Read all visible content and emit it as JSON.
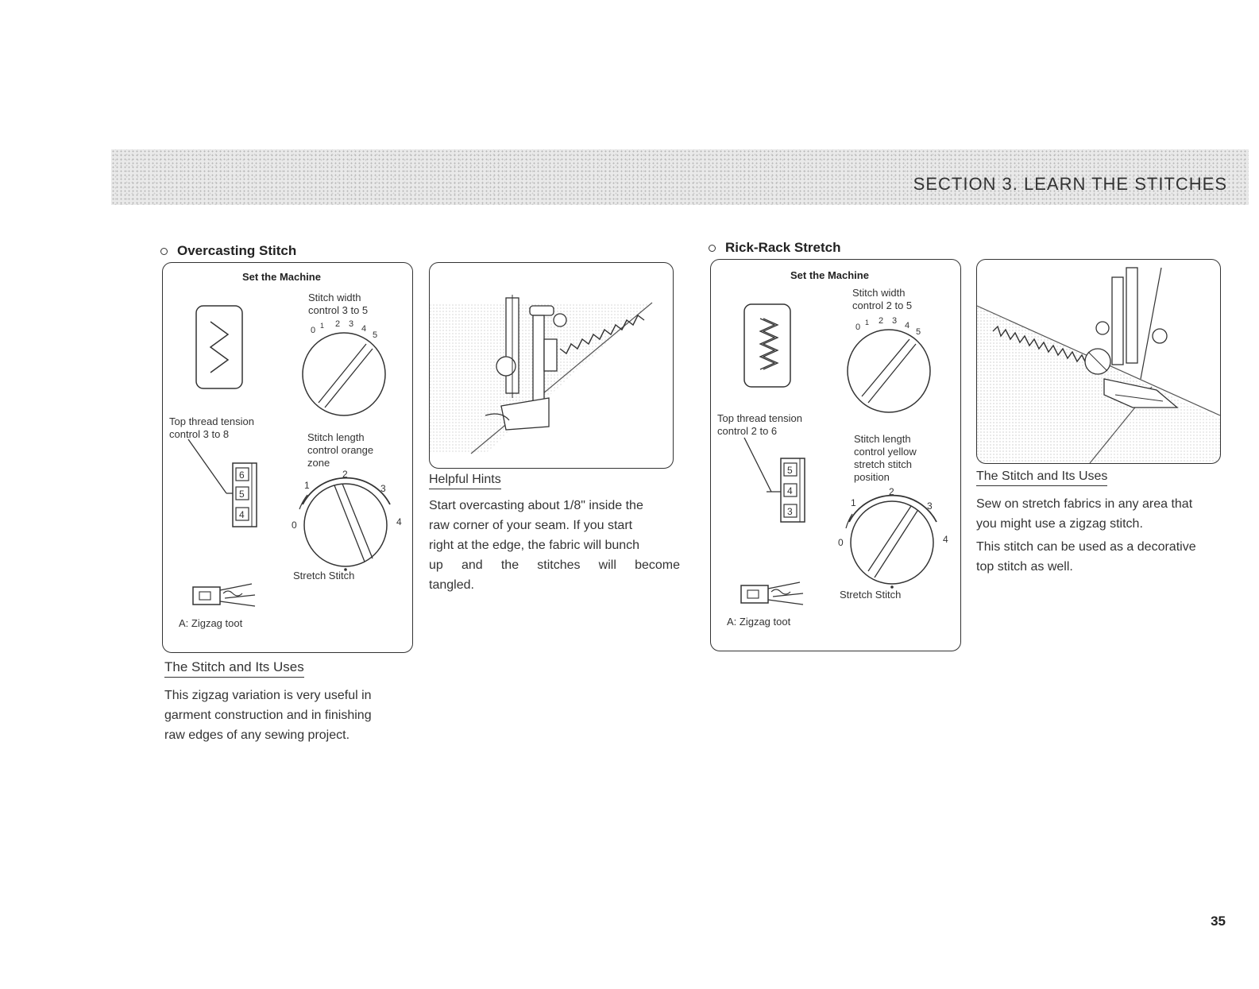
{
  "header": {
    "section_title": "SECTION 3.   LEARN THE STITCHES"
  },
  "overcasting": {
    "heading": "Overcasting Stitch",
    "set_machine": "Set the Machine",
    "width_label_1": "Stitch width",
    "width_label_2": "control 3 to 5",
    "width_ticks": [
      "0",
      "1",
      "2",
      "3",
      "4",
      "5"
    ],
    "tension_label_1": "Top thread tension",
    "tension_label_2": "control 3 to 8",
    "tension_numbers": [
      "6",
      "5",
      "4"
    ],
    "length_label_1": "Stitch length",
    "length_label_2": "control orange",
    "length_label_3": "zone",
    "length_ticks": [
      "0",
      "1",
      "2",
      "3",
      "4"
    ],
    "stretch_label": "Stretch Stitch",
    "foot_caption": "A:  Zigzag toot"
  },
  "helpful_hints": {
    "heading": "Helpful Hints",
    "lines": [
      "Start overcasting about 1/8\" inside the",
      "raw corner of your seam. If you start",
      "right at the edge, the fabric will bunch",
      "up and the stitches will become",
      "tangled."
    ]
  },
  "overcasting_uses": {
    "heading": "The Stitch and Its Uses",
    "lines": [
      "This zigzag variation is very useful in",
      "garment construction and in finishing",
      "raw edges of any sewing project."
    ]
  },
  "rickrack": {
    "heading": "Rick-Rack Stretch",
    "set_machine": "Set the Machine",
    "width_label_1": "Stitch width",
    "width_label_2": "control 2 to 5",
    "width_ticks": [
      "0",
      "1",
      "2",
      "3",
      "4",
      "5"
    ],
    "tension_label_1": "Top thread tension",
    "tension_label_2": "control 2 to 6",
    "tension_numbers": [
      "5",
      "4",
      "3"
    ],
    "length_label_1": "Stitch length",
    "length_label_2": "control yellow",
    "length_label_3": "stretch stitch",
    "length_label_4": "position",
    "length_ticks": [
      "0",
      "1",
      "2",
      "3",
      "4"
    ],
    "stretch_label": "Stretch Stitch",
    "foot_caption": "A:   Zigzag toot"
  },
  "rickrack_uses": {
    "heading": "The Stitch and Its Uses",
    "lines": [
      "Sew on stretch fabrics in any area that",
      "you might use a zigzag stitch.",
      "This stitch can be used as a decorative",
      "top stitch as well."
    ]
  },
  "page_number": "35"
}
